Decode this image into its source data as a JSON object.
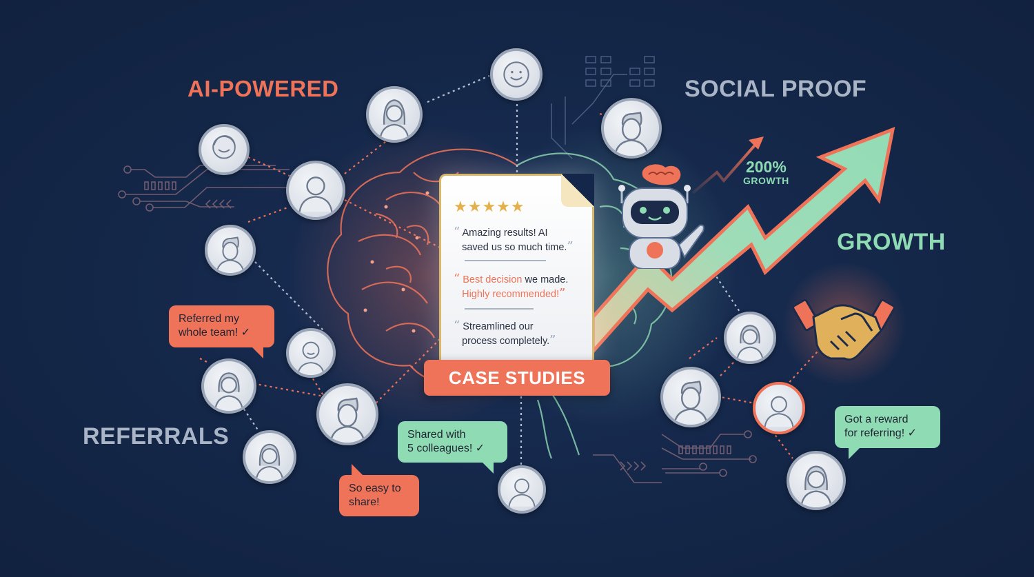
{
  "labels": {
    "ai_powered": "AI-POWERED",
    "social_proof": "SOCIAL PROOF",
    "growth": "GROWTH",
    "referrals": "REFERRALS"
  },
  "growth_stat": {
    "value": "200%",
    "caption": "GROWTH"
  },
  "case_study_card": {
    "rating_stars": "★★★★★",
    "testimonials": [
      {
        "line1": "Amazing results! AI",
        "line2": "saved us so much time."
      },
      {
        "highlight1": "Best decision",
        "line1_rest": " we made.",
        "line2": "Highly recommended!"
      },
      {
        "line1": "Streamlined our",
        "line2": "process completely."
      }
    ],
    "banner": "CASE STUDIES"
  },
  "bubbles": {
    "referred_team": {
      "line1": "Referred my",
      "line2": "whole team! ✓"
    },
    "easy_share": {
      "line1": "So easy to",
      "line2": "share!"
    },
    "shared_colleagues": {
      "line1": "Shared with",
      "line2": "5 colleagues! ✓"
    },
    "got_reward": {
      "line1": "Got a reward",
      "line2": "for referring! ✓"
    }
  },
  "colors": {
    "background": "#14264a",
    "coral": "#ee7359",
    "mint": "#8fdbb4",
    "slate": "#a9b4c6",
    "gold": "#e3b04b"
  },
  "icons": [
    "brain-icon",
    "robot-icon",
    "growth-arrow-icon",
    "handshake-icon",
    "star-icon",
    "avatar-icon",
    "circuit-icon"
  ]
}
